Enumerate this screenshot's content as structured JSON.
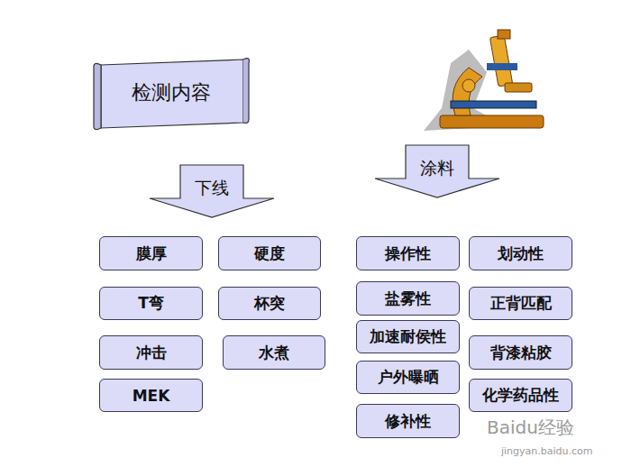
{
  "diagram": {
    "title": "检测内容",
    "nodes": [
      {
        "text": [
          "下线"
        ]
      },
      {
        "text": [
          "涂料"
        ]
      },
      {
        "text": [
          "膜厚"
        ]
      },
      {
        "text": [
          "硬度"
        ]
      },
      {
        "text": [
          "T弯"
        ]
      },
      {
        "text": [
          "杯突"
        ]
      },
      {
        "text": [
          "冲击"
        ]
      },
      {
        "text": [
          "水煮"
        ]
      },
      {
        "text": [
          "MEK"
        ]
      },
      {
        "text": [
          "操作性"
        ]
      },
      {
        "text": [
          "划动性"
        ]
      },
      {
        "text": [
          "盐雾性"
        ]
      },
      {
        "text": [
          "正背匹配"
        ]
      },
      {
        "text": [
          "加速耐侯性"
        ]
      },
      {
        "text": [
          "背漆粘胶"
        ]
      },
      {
        "text": [
          "户外曝晒"
        ]
      },
      {
        "text": [
          "化学药品性"
        ]
      },
      {
        "text": [
          "修补性"
        ]
      }
    ],
    "labels": [
      "Baidu经验",
      "jingyan.baidu.com"
    ]
  }
}
